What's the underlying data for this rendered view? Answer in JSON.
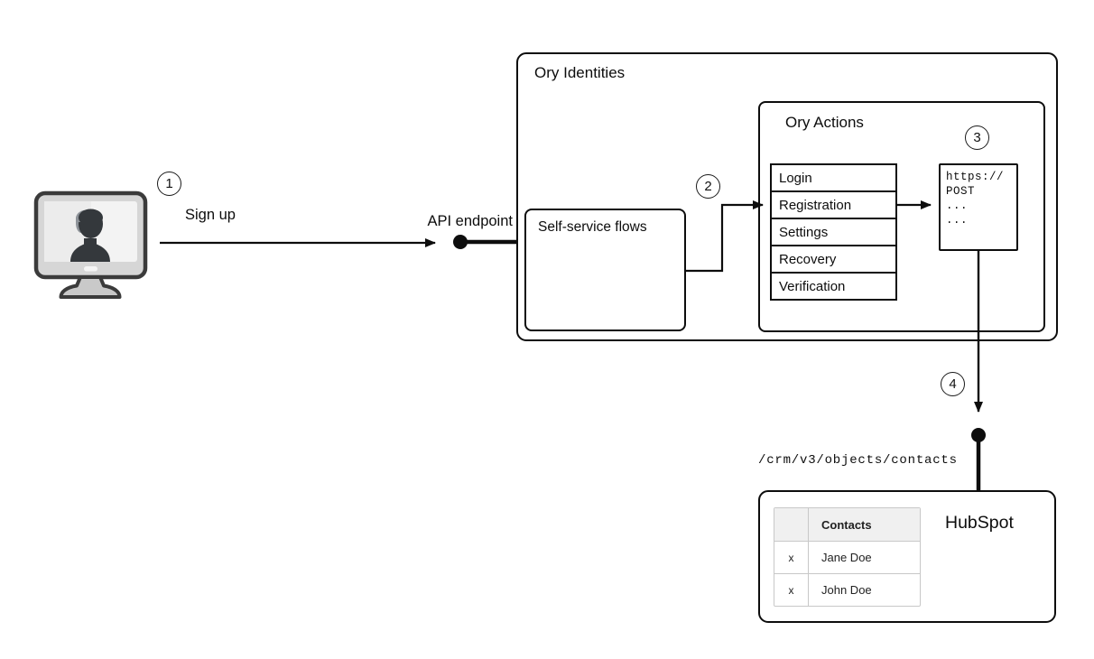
{
  "steps": {
    "one": "1",
    "two": "2",
    "three": "3",
    "four": "4"
  },
  "labels": {
    "sign_up": "Sign up",
    "api_endpoint": "API endpoint"
  },
  "ory_identities": {
    "title": "Ory Identities",
    "self_service_title": "Self-service flows"
  },
  "ory_actions": {
    "title": "Ory Actions",
    "flows": [
      "Login",
      "Registration",
      "Settings",
      "Recovery",
      "Verification"
    ]
  },
  "webhook": {
    "lines": [
      "https://",
      "POST",
      "...",
      "..."
    ]
  },
  "hubspot": {
    "endpoint_path": "/crm/v3/objects/contacts",
    "title": "HubSpot",
    "table": {
      "header": "Contacts",
      "rows": [
        {
          "mark": "x",
          "name": "Jane Doe"
        },
        {
          "mark": "x",
          "name": "John Doe"
        }
      ]
    }
  },
  "colors": {
    "stroke": "#0d0d0d",
    "table_border": "#c8c8c8",
    "table_header_bg": "#f0f0f0",
    "monitor_bezel": "#d6d6d6",
    "monitor_screen": "#f3f3f3",
    "silhouette": "#34383c"
  }
}
